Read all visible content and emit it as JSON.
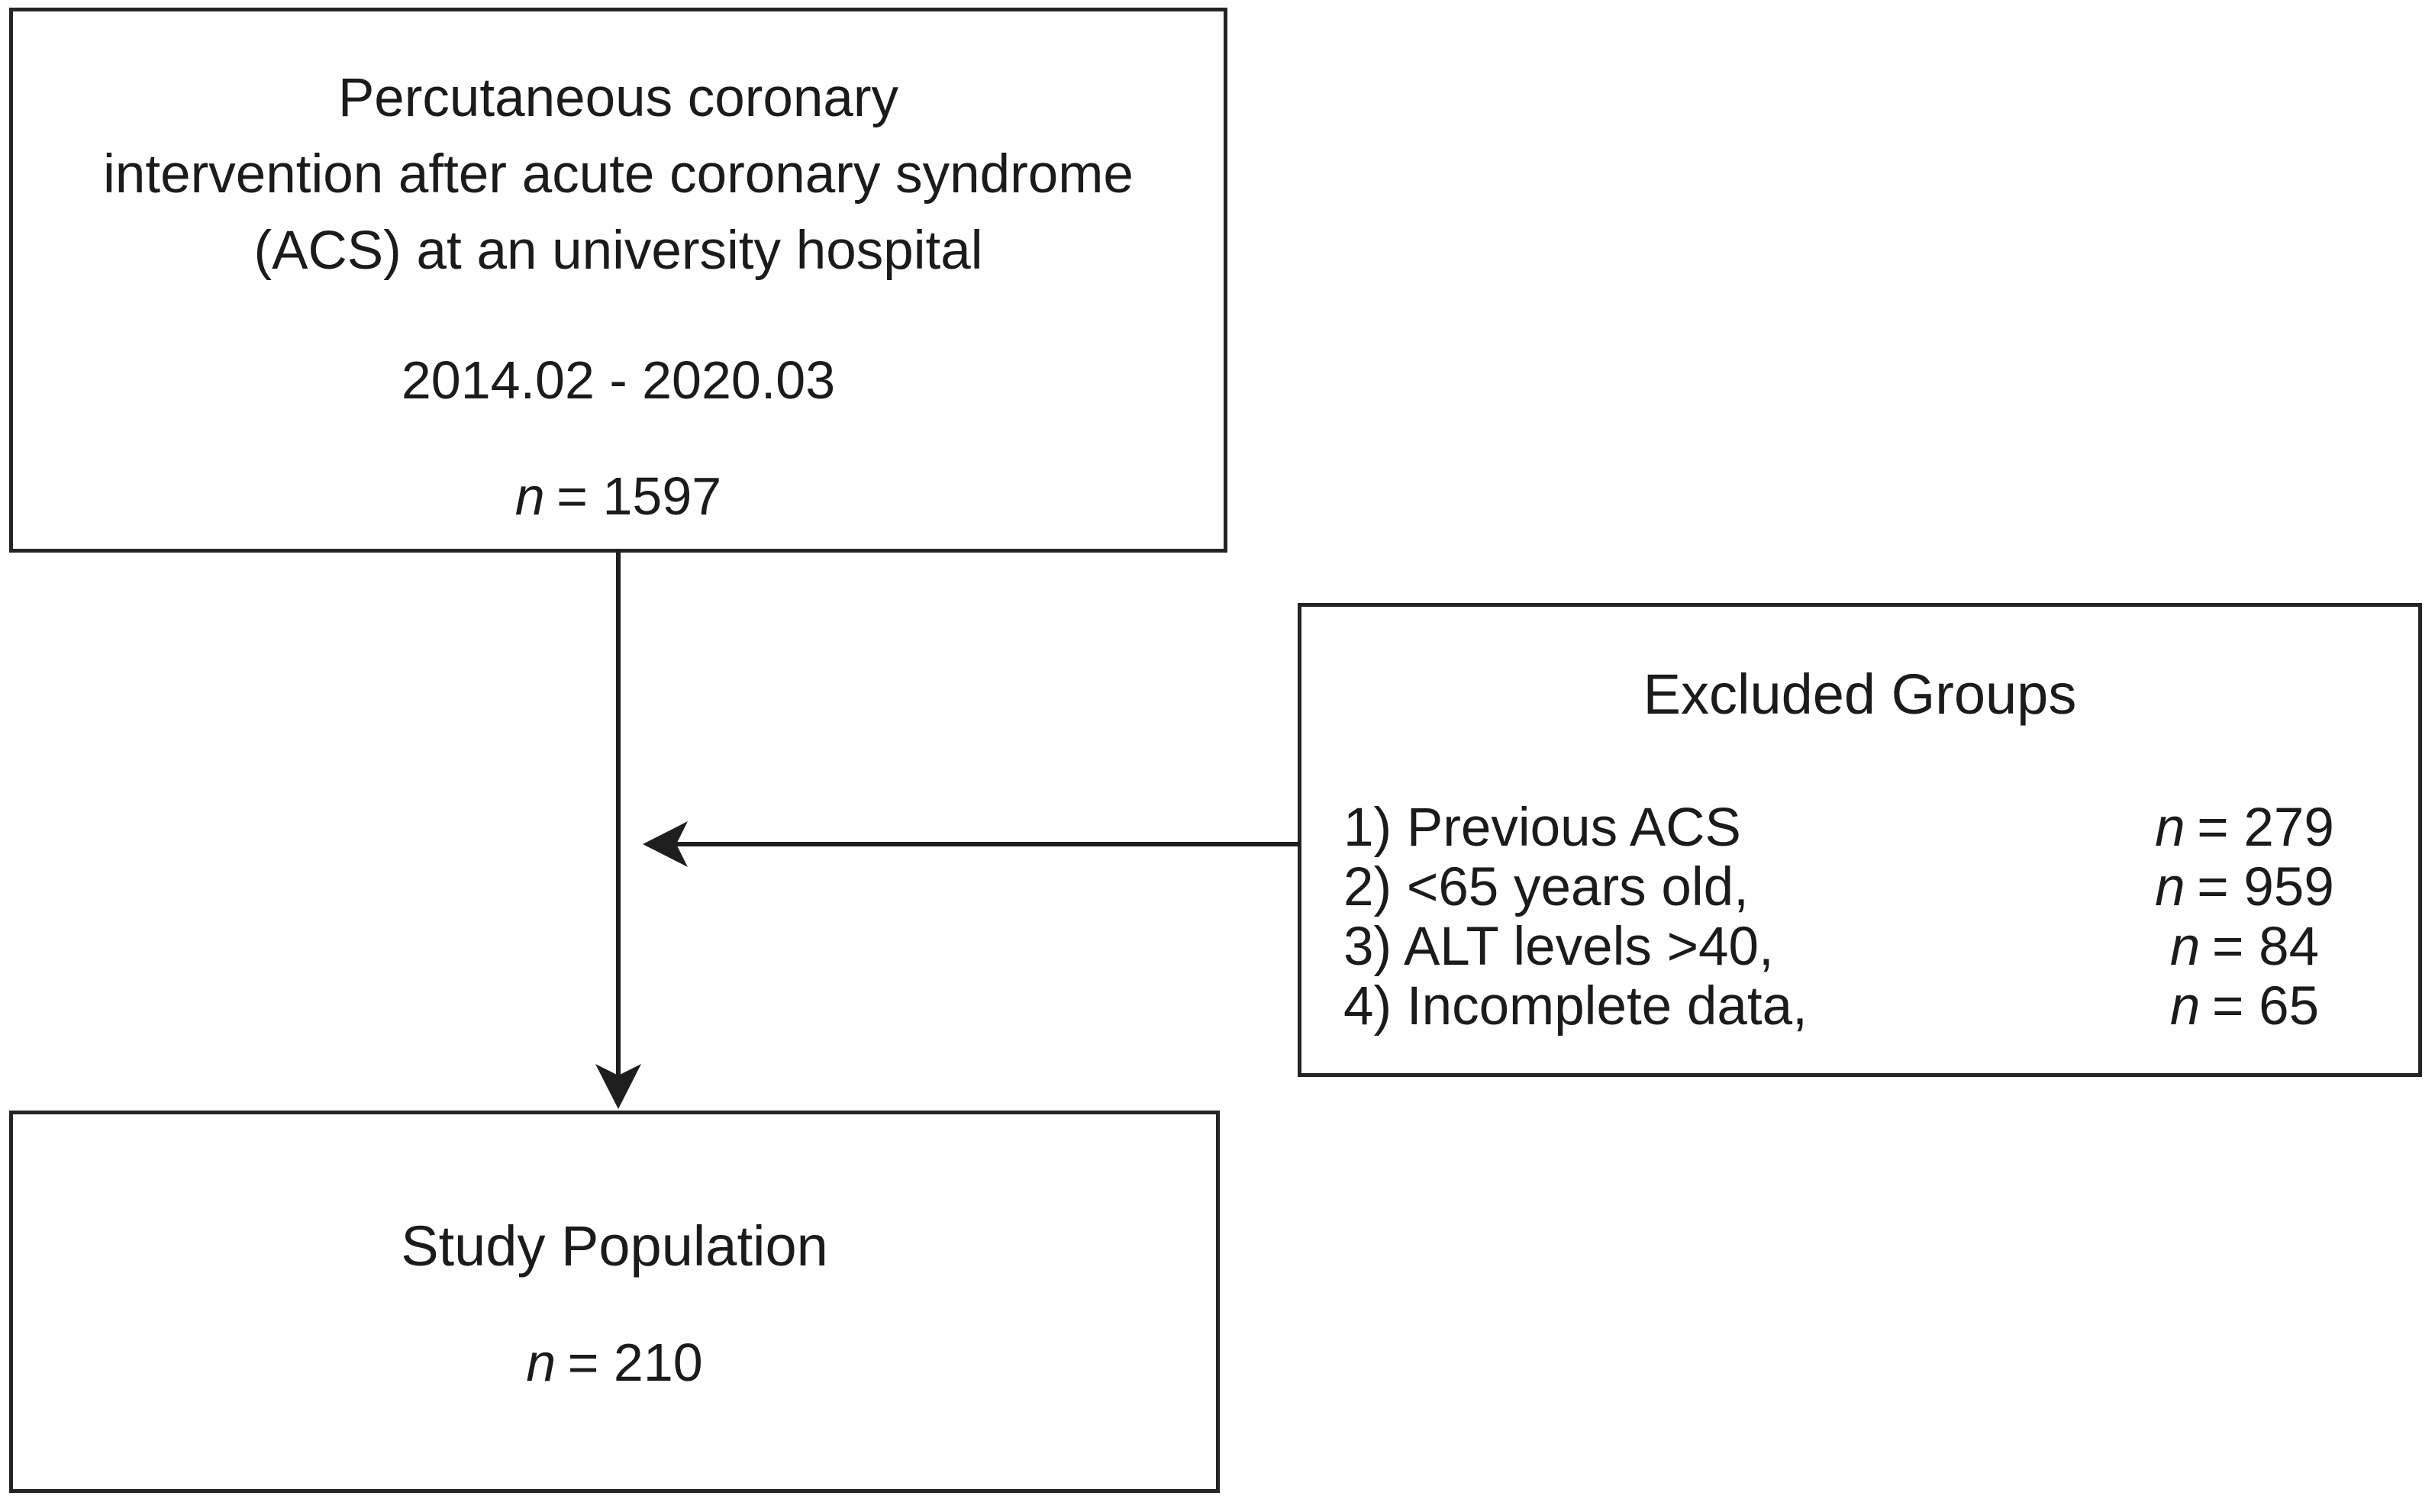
{
  "colors": {
    "line": "#1e1e1e",
    "background": "#ffffff",
    "text": "#1b1b1b"
  },
  "top_box": {
    "title_lines": [
      "Percutaneous coronary",
      "intervention after acute coronary syndrome",
      "(ACS) at an university hospital"
    ],
    "date_range": "2014.02 - 2020.03",
    "n_label": "n",
    "n_text": "= 1597"
  },
  "excluded_box": {
    "title": "Excluded Groups",
    "items": [
      {
        "label": "1) Previous ACS",
        "n_label": "n",
        "n_text": "= 279"
      },
      {
        "label": "2) <65 years old,",
        "n_label": "n",
        "n_text": "= 959"
      },
      {
        "label": "3) ALT levels >40,",
        "n_label": "n",
        "n_text": "= 84"
      },
      {
        "label": "4) Incomplete data,",
        "n_label": "n",
        "n_text": "= 65"
      }
    ]
  },
  "study_box": {
    "title": "Study Population",
    "n_label": "n",
    "n_text": "= 210"
  }
}
